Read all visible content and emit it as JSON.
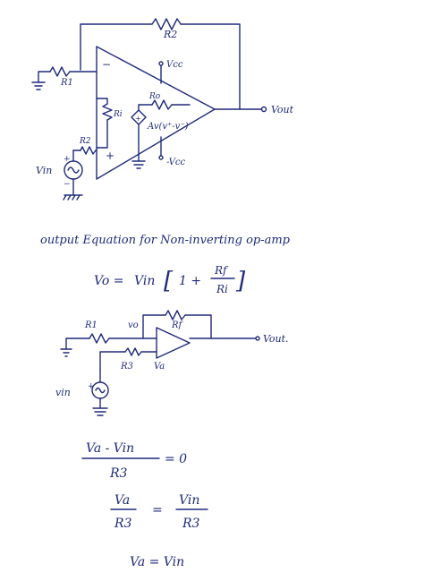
{
  "colors": {
    "ink": "#1f2a7a",
    "paper": "#ffffff"
  },
  "circuit1": {
    "r2": "R2",
    "r1": "R1",
    "ri": "Ri",
    "r3": "R2",
    "ro": "Ro",
    "vcc_pos": "Vcc",
    "vcc_neg": "-Vcc",
    "minus": "−",
    "plus": "+",
    "vout": "Vout",
    "gain_expr": "Av(v⁺-v⁻)",
    "src_plus": "+",
    "vin": "Vin",
    "src_plus2": "+",
    "src_minus": "−"
  },
  "heading": "output Equation for Non-inverting op-amp",
  "equation1": {
    "lhs": "Vo =",
    "rhs_prefix": "Vin",
    "bracket_open": "[",
    "one_plus": "1 +",
    "num": "Rf",
    "den": "Ri",
    "bracket_close": "]"
  },
  "circuit2": {
    "r1": "R1",
    "vo": "vo",
    "rf": "Rf",
    "r3": "R3",
    "va": "Va",
    "vout": "Vout.",
    "vin": "vin",
    "plus": "+"
  },
  "equation2": {
    "num": "Va - Vin",
    "den": "R3",
    "rhs": "= 0"
  },
  "equation3": {
    "lnum": "Va",
    "lden": "R3",
    "eq": "=",
    "rnum": "Vin",
    "rden": "R3"
  },
  "equation4": {
    "text": "Va = Vin"
  }
}
